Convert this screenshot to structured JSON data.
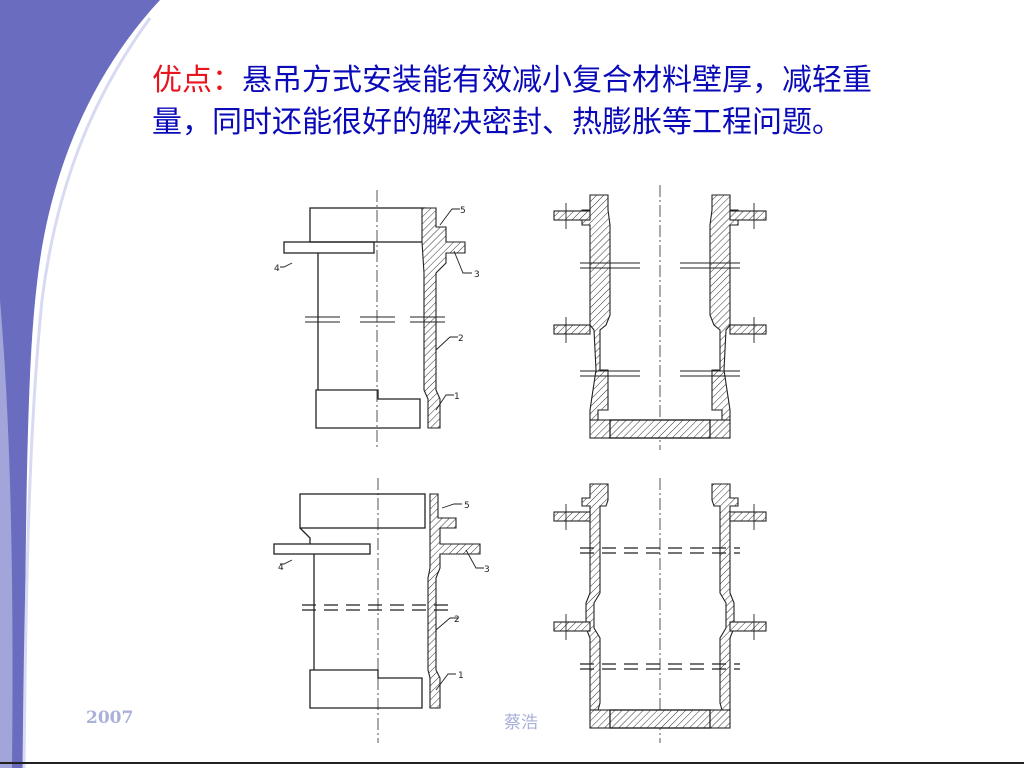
{
  "slide": {
    "title_lead": "优点：",
    "title_text": "悬吊方式安装能有效减小复合材料壁厚，减轻重量，同时还能很好的解决密封、热膨胀等工程问题。"
  },
  "drawings": {
    "top_left_labels": [
      "5",
      "4",
      "3",
      "2",
      "1"
    ],
    "bottom_left_labels": [
      "5",
      "4",
      "3",
      "2",
      "1"
    ]
  },
  "footer": {
    "year": "2007",
    "author": "蔡浩"
  },
  "colors": {
    "title_lead": "#e8141e",
    "title_text": "#0a0ab8",
    "swoosh": "#6a6cbf",
    "footer": "#aab0d8"
  }
}
